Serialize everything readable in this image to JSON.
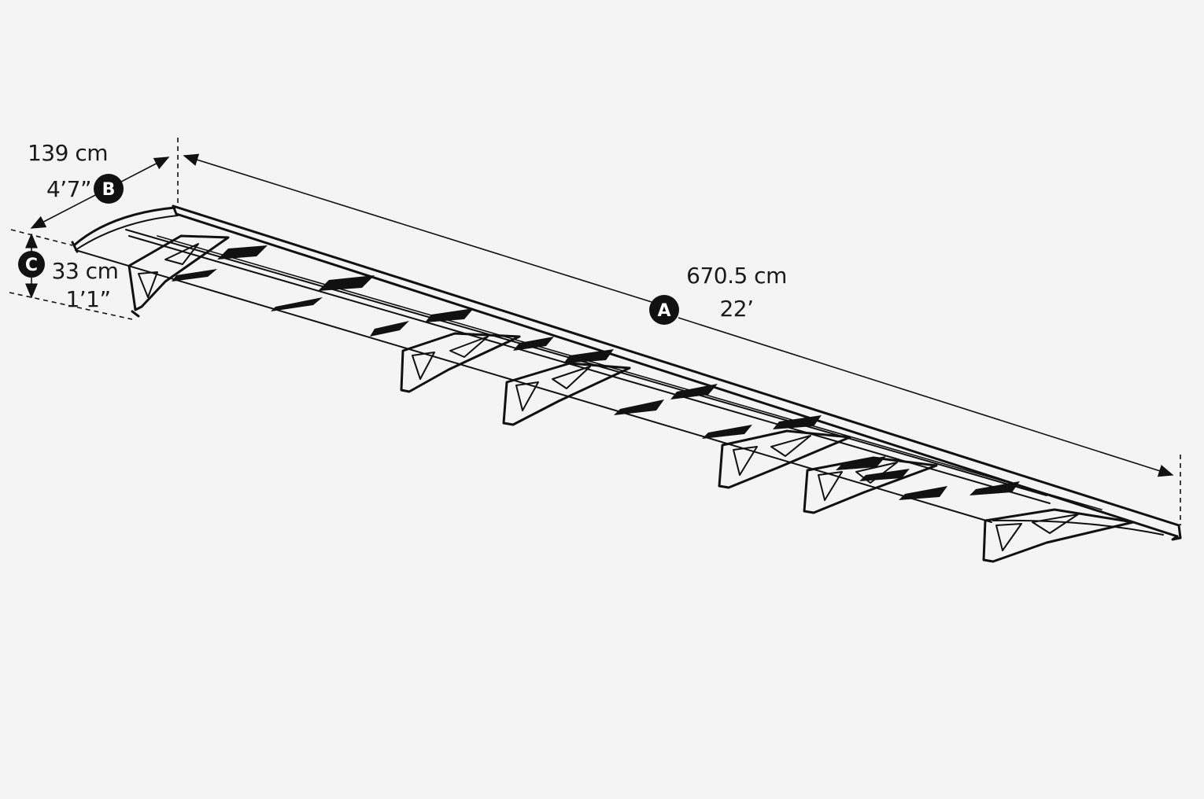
{
  "dimensions": {
    "length": {
      "badge": "A",
      "metric": "670.5 cm",
      "imperial": "22’"
    },
    "depth": {
      "badge": "B",
      "metric": "139 cm",
      "imperial": "4’7”"
    },
    "height": {
      "badge": "C",
      "metric": "33 cm",
      "imperial": "1’1”"
    }
  },
  "colors": {
    "line": "#111111",
    "background": "#f3f4f3"
  }
}
